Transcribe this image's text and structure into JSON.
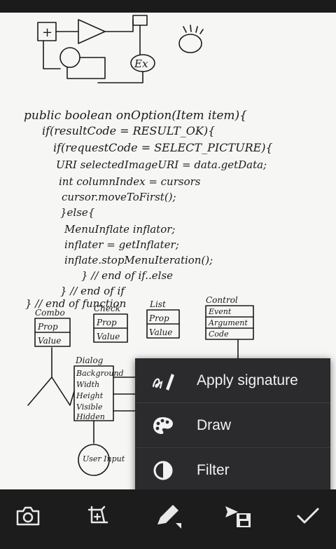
{
  "menu": {
    "items": [
      {
        "label": "Apply signature",
        "icon": "signature-icon"
      },
      {
        "label": "Draw",
        "icon": "palette-icon"
      },
      {
        "label": "Filter",
        "icon": "contrast-icon"
      }
    ]
  },
  "toolbar": {
    "buttons": [
      "camera-icon",
      "crop-icon",
      "pen-icon",
      "send-save-icon",
      "checkmark-icon"
    ]
  },
  "sketch": {
    "lines": [
      "public boolean onOption(Item item){",
      "if(resultCode = RESULT_OK){",
      "if(requestCode = SELECT_PICTURE){",
      "URI selectedImageURI = data.getData;",
      "int columnIndex = cursors",
      "cursor.moveToFirst();",
      "}else{",
      "MenuInflate inflator;",
      "inflater = getInflater;",
      "inflate.stopMenuIteration();",
      "} // end of if..else",
      "} // end of if",
      "} // end of function"
    ],
    "boxes": [
      {
        "title": "Combo",
        "rows": [
          "Prop",
          "Value"
        ]
      },
      {
        "title": "Check",
        "rows": [
          "Prop",
          "Value"
        ]
      },
      {
        "title": "List",
        "rows": [
          "Prop",
          "Value"
        ]
      },
      {
        "title": "Control",
        "rows": [
          "Event",
          "Argument",
          "Code"
        ]
      }
    ],
    "dialog": {
      "title": "Dialog",
      "rows": [
        "Background",
        "Width",
        "Height",
        "Visible",
        "Hidden"
      ]
    },
    "top_labels": {
      "plus": "+",
      "ex": "Ex"
    },
    "user_input": "User Input"
  }
}
